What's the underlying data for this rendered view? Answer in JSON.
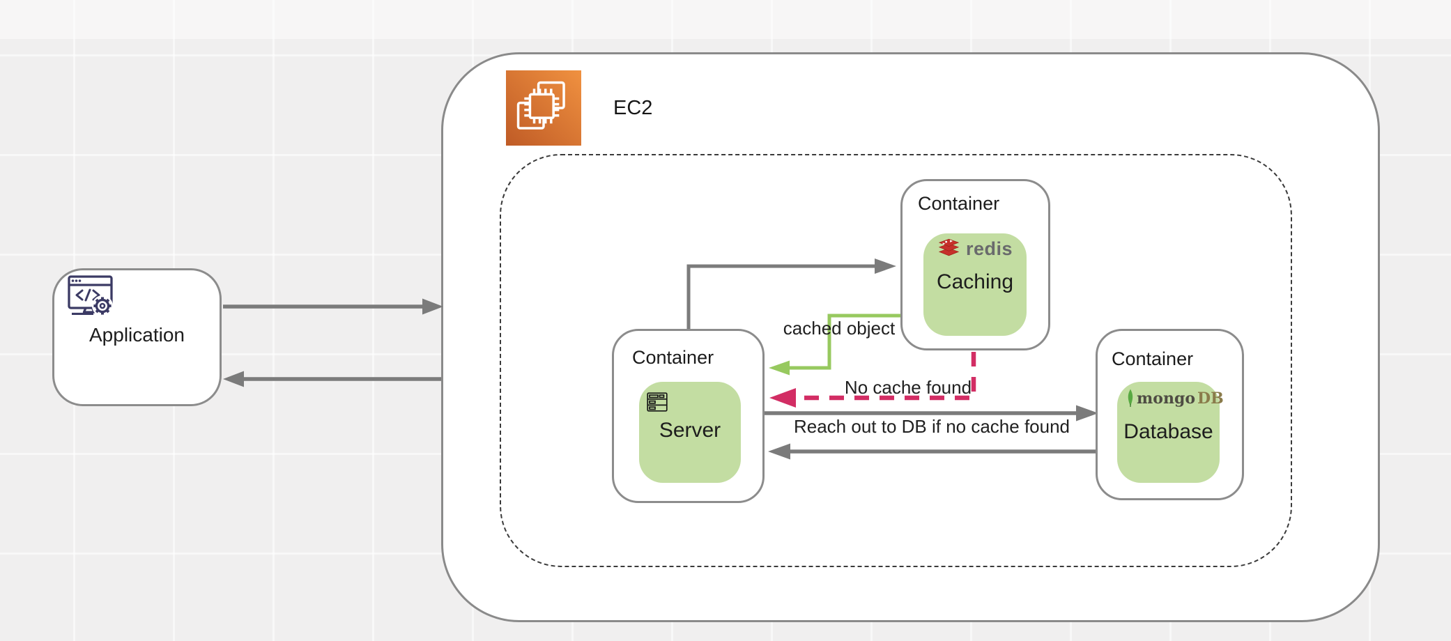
{
  "ec2": {
    "label": "EC2",
    "icon": "ec2-chip-icon"
  },
  "application": {
    "label": "Application",
    "icon": "app-window-code-gear-icon"
  },
  "containers": {
    "caching": {
      "title": "Container",
      "logo_text": "redis",
      "name": "Caching"
    },
    "server": {
      "title": "Container",
      "name": "Server"
    },
    "database": {
      "title": "Container",
      "logo_text_mongo": "mongo",
      "logo_text_db": "DB",
      "name": "Database"
    }
  },
  "edge_labels": {
    "cached_object": "cached object",
    "no_cache_found": "No cache found",
    "reach_out": "Reach out to DB if no cache found"
  },
  "colors": {
    "background": "#f0efef",
    "box_border_gray": "#8c8c8c",
    "arrow_gray": "#7b7b7b",
    "arrow_green": "#97c95f",
    "arrow_pink": "#d22d64",
    "container_fill_green": "#c3dda2",
    "ec2_orange_dark": "#bf5b26",
    "ec2_orange_light": "#f09140",
    "app_icon_navy": "#3b3a64",
    "redis_red": "#c6302b",
    "redis_text_gray": "#696a6c",
    "mongo_leaf_green": "#58a942"
  }
}
